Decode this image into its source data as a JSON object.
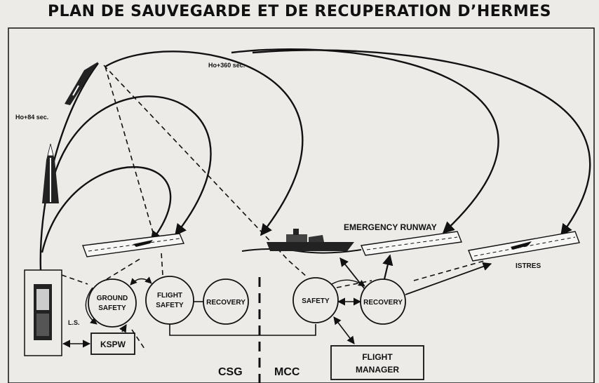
{
  "title": "PLAN DE SAUVEGARDE ET DE RECUPERATION D’HERMES",
  "time_labels": {
    "t84": "Ho+84 sec.",
    "t360": "Ho+360 sec."
  },
  "nodes": {
    "ground_safety": [
      "GROUND",
      "SAFETY"
    ],
    "flight_safety": [
      "FLIGHT",
      "SAFETY"
    ],
    "recovery_csg": "RECOVERY",
    "safety_mcc": "SAFETY",
    "recovery_mcc": "RECOVERY",
    "kspw": "KSPW",
    "flight_manager": [
      "FLIGHT",
      "MANAGER"
    ]
  },
  "labels": {
    "ls": "L.S.",
    "emergency_runway": "EMERGENCY RUNWAY",
    "istres": "ISTRES",
    "csg": "CSG",
    "mcc": "MCC"
  },
  "colors": {
    "ink": "#111111",
    "paper": "#ecebe8"
  }
}
